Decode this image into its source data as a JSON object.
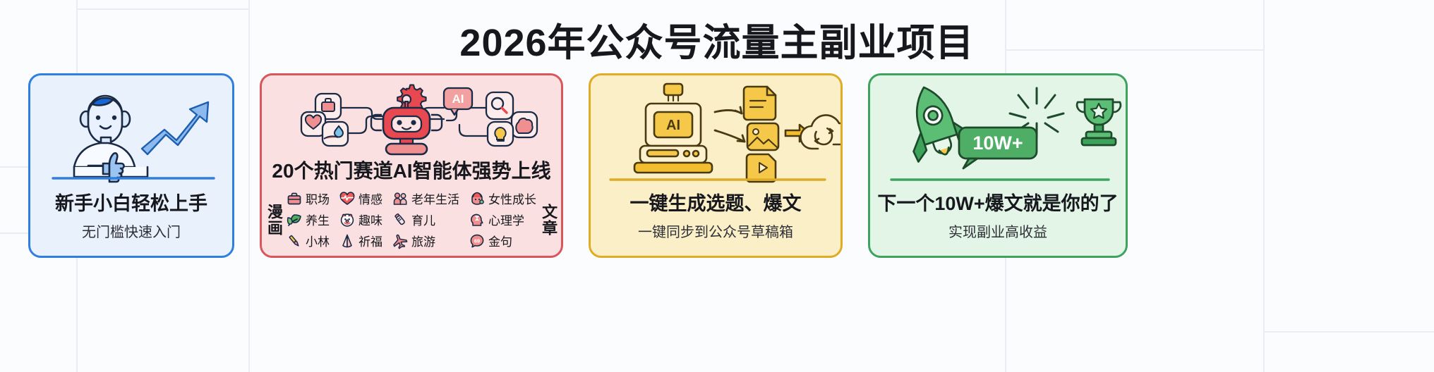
{
  "title": "2026年公众号流量主副业项目",
  "colors": {
    "blue_border": "#2f7ee0",
    "blue_bg": "#e9f1fd",
    "red_border": "#d9565c",
    "red_bg": "#fae0e1",
    "yellow_border": "#e0ac26",
    "yellow_bg": "#fbefc8",
    "green_border": "#3da35f",
    "green_bg": "#e3f5e7",
    "title_color": "#16181d"
  },
  "cards": [
    {
      "id": "card-beginner",
      "accent": "#2f7ee0",
      "heading": "新手小白轻松上手",
      "subheading": "无门槛快速入门",
      "icons": [
        "person-thumbs-up-icon",
        "growth-arrow-icon"
      ]
    },
    {
      "id": "card-ai-agents",
      "accent": "#d9565c",
      "heading": "20个热门赛道AI智能体强势上线",
      "left_label": "漫画",
      "right_label": "文章",
      "badge": "AI",
      "icons": [
        "robot-icon",
        "briefcase-node-icon",
        "gear-icon",
        "ai-badge-icon",
        "search-icon",
        "heart-node-icon",
        "droplet-node-icon",
        "lightbulb-node-icon",
        "brain-node-icon"
      ],
      "tags": [
        {
          "label": "职场",
          "icon": "briefcase-icon"
        },
        {
          "label": "情感",
          "icon": "heartbeat-icon"
        },
        {
          "label": "老年生活",
          "icon": "elderly-couple-icon"
        },
        {
          "label": "女性成长",
          "icon": "woman-icon"
        },
        {
          "label": "养生",
          "icon": "leaf-icon"
        },
        {
          "label": "趣味",
          "icon": "clown-icon"
        },
        {
          "label": "育儿",
          "icon": "baby-bottle-icon"
        },
        {
          "label": "心理学",
          "icon": "head-psychology-icon"
        },
        {
          "label": "小林",
          "icon": "paintbrush-icon"
        },
        {
          "label": "祈福",
          "icon": "praying-hands-icon"
        },
        {
          "label": "旅游",
          "icon": "airplane-icon"
        },
        {
          "label": "金句",
          "icon": "quote-bubble-icon"
        }
      ]
    },
    {
      "id": "card-one-click",
      "accent": "#e0ac26",
      "heading": "一键生成选题、爆文",
      "subheading": "一键同步到公众号草稿箱",
      "badge": "AI",
      "icons": [
        "ai-computer-icon",
        "document-icon",
        "image-icon",
        "video-icon",
        "arrow-icon",
        "cloud-sync-icon",
        "lamp-icon"
      ]
    },
    {
      "id": "card-viral",
      "accent": "#3da35f",
      "heading": "下一个10W+爆文就是你的了",
      "subheading": "实现副业高收益",
      "badge": "10W+",
      "icons": [
        "rocket-icon",
        "sparkle-burst-icon",
        "trophy-icon"
      ]
    }
  ]
}
